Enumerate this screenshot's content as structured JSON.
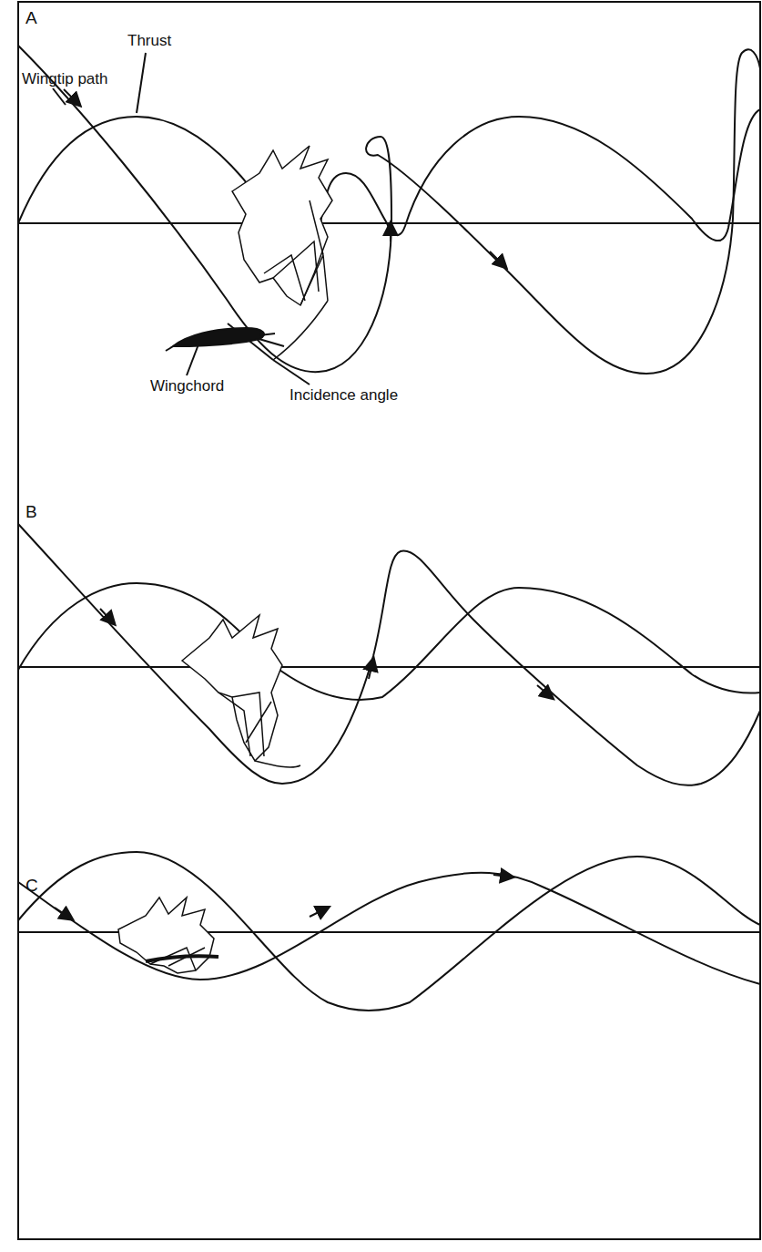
{
  "diagram": {
    "labels": [
      "A",
      "Wingtip path",
      "Thrust",
      "Wingchord",
      "Incidence angle",
      "B",
      "C"
    ]
  }
}
